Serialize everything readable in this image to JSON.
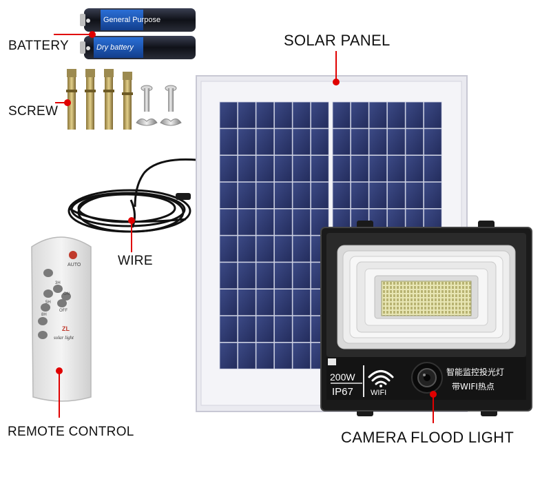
{
  "labels": {
    "battery": "BATTERY",
    "screw": "SCREW",
    "wire": "WIRE",
    "remote": "REMOTE CONTROL",
    "solar_panel": "SOLAR PANEL",
    "flood_light": "CAMERA FLOOD LIGHT"
  },
  "battery": {
    "top_brand": "General Purpose",
    "bottom_brand": "Dry battery"
  },
  "remote": {
    "buttons": [
      "AUTO",
      "3H",
      "5H",
      "ON",
      "8H",
      "OFF"
    ],
    "brand": "ZL",
    "model": "solar light"
  },
  "flood_light": {
    "power": "200W",
    "rating": "IP67",
    "wifi_text": "WIFI",
    "cn_line1": "智能监控投光灯",
    "cn_line2": "带WIFI热点"
  },
  "colors": {
    "accent": "#e00000",
    "panel_cell": "#2f3a6e",
    "light_body": "#1a1a1a"
  }
}
